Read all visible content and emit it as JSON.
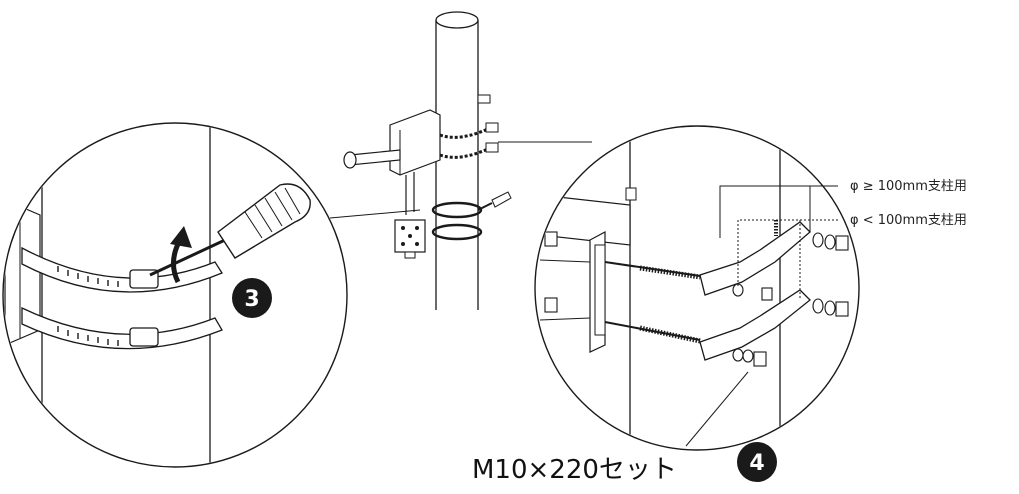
{
  "steps": {
    "step3": {
      "number": "3"
    },
    "step4": {
      "number": "4"
    }
  },
  "labels": {
    "large_pole": "φ ≥ 100mm支柱用",
    "small_pole": "φ < 100mm支柱用",
    "bolt_set": "M10×220セット"
  },
  "colors": {
    "line": "#1a1a1a",
    "badge": "#1a1a1a",
    "band": "#ffffff"
  }
}
